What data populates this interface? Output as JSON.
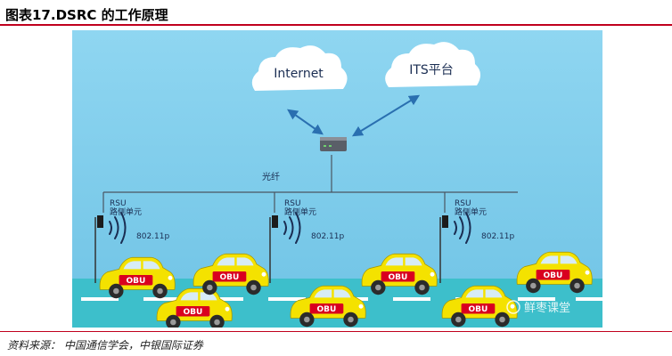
{
  "figure": {
    "title": "图表17.DSRC 的工作原理",
    "source": "资料来源： 中国通信学会，中银国际证券"
  },
  "diagram": {
    "cloud_left": "Internet",
    "cloud_right": "ITS平台",
    "fiber_label": "光纤",
    "rsu_label": "RSU",
    "rsu_sublabel": "路侧单元",
    "signal_label": "802.11p",
    "obu_label": "OBU",
    "watermark": "鲜枣课堂"
  },
  "colors": {
    "accent_rule": "#c0001d",
    "sky": "#7ccbe9",
    "road": "#3dbfcb",
    "car": "#f4e200",
    "arrow": "#2a6fb0"
  }
}
